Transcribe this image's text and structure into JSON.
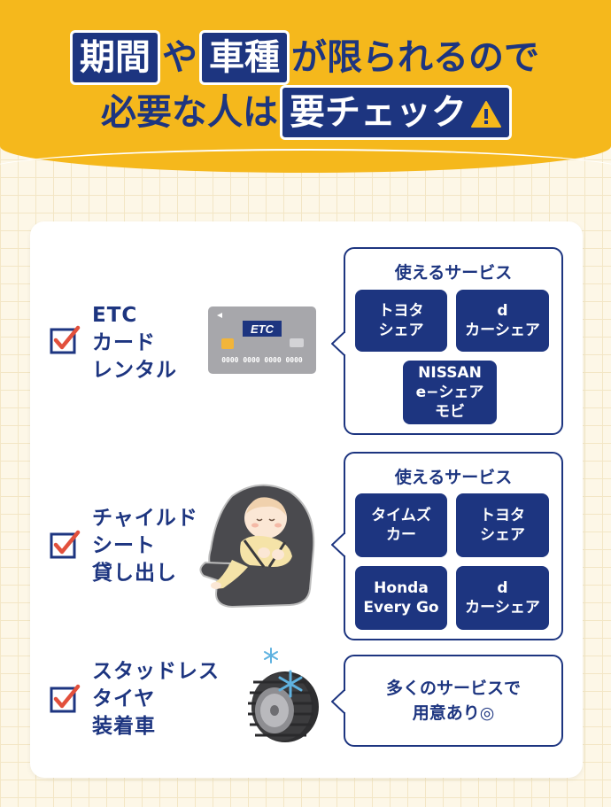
{
  "header": {
    "line1": {
      "box1": "期間",
      "text1": "や",
      "box2": "車種",
      "text2": "が限られるので"
    },
    "line2": {
      "text1": "必要な人は",
      "box1": "要チェック"
    },
    "warning_icon": "warning-triangle-icon"
  },
  "items": [
    {
      "label_lines": [
        "ETC",
        "カード",
        "レンタル"
      ],
      "bubble_title": "使えるサービス",
      "services": [
        [
          "トヨタ",
          "シェア"
        ],
        [
          "d",
          "カーシェア"
        ],
        [
          "NISSAN",
          "e−シェア",
          "モビ"
        ]
      ],
      "illustration": "etc-card",
      "card_text": "ETC",
      "card_number": "0000 0000 0000 0000"
    },
    {
      "label_lines": [
        "チャイルド",
        "シート",
        "貸し出し"
      ],
      "bubble_title": "使えるサービス",
      "services": [
        [
          "タイムズ",
          "カー"
        ],
        [
          "トヨタ",
          "シェア"
        ],
        [
          "Honda",
          "Every Go"
        ],
        [
          "d",
          "カーシェア"
        ]
      ],
      "illustration": "child-seat-with-baby"
    },
    {
      "label_lines": [
        "スタッドレス",
        "タイヤ",
        "装着車"
      ],
      "bubble_text_lines": [
        "多くのサービスで",
        "用意あり◎"
      ],
      "illustration": "studless-tire-with-snowflakes"
    }
  ],
  "colors": {
    "navy": "#1d3580",
    "yellow": "#f5b81c",
    "check_red": "#e2503c",
    "background": "#fdf7e7"
  }
}
